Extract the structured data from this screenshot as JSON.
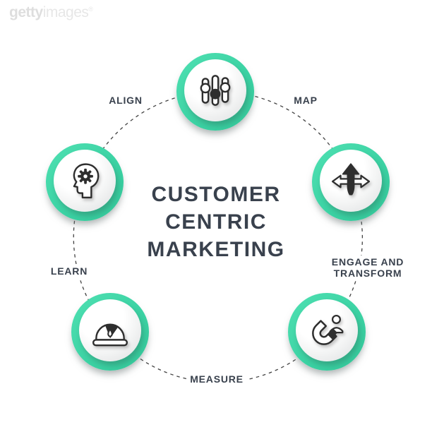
{
  "watermark": {
    "bold": "getty",
    "light": "images",
    "reg": "®"
  },
  "title": {
    "lines": [
      "CUSTOMER",
      "CENTRIC",
      "MARKETING"
    ],
    "color": "#39414d"
  },
  "diagram": {
    "accent_color": "#3cd3a4",
    "dash_color": "#424242",
    "text_color": "#39414d",
    "icon_stroke_color": "#2e2e2e",
    "nodes": [
      {
        "position": "top",
        "icon": "equalizer-sliders-icon"
      },
      {
        "position": "right",
        "icon": "three-way-arrows-icon"
      },
      {
        "position": "bottom-right",
        "icon": "customer-magnet-icon"
      },
      {
        "position": "bottom-left",
        "icon": "gauge-meter-icon"
      },
      {
        "position": "left",
        "icon": "head-gear-icon"
      }
    ],
    "labels": [
      {
        "text": "ALIGN"
      },
      {
        "text": "MAP"
      },
      {
        "lines": [
          "ENGAGE AND",
          "TRANSFORM"
        ]
      },
      {
        "text": "MEASURE"
      },
      {
        "text": "LEARN"
      }
    ]
  }
}
